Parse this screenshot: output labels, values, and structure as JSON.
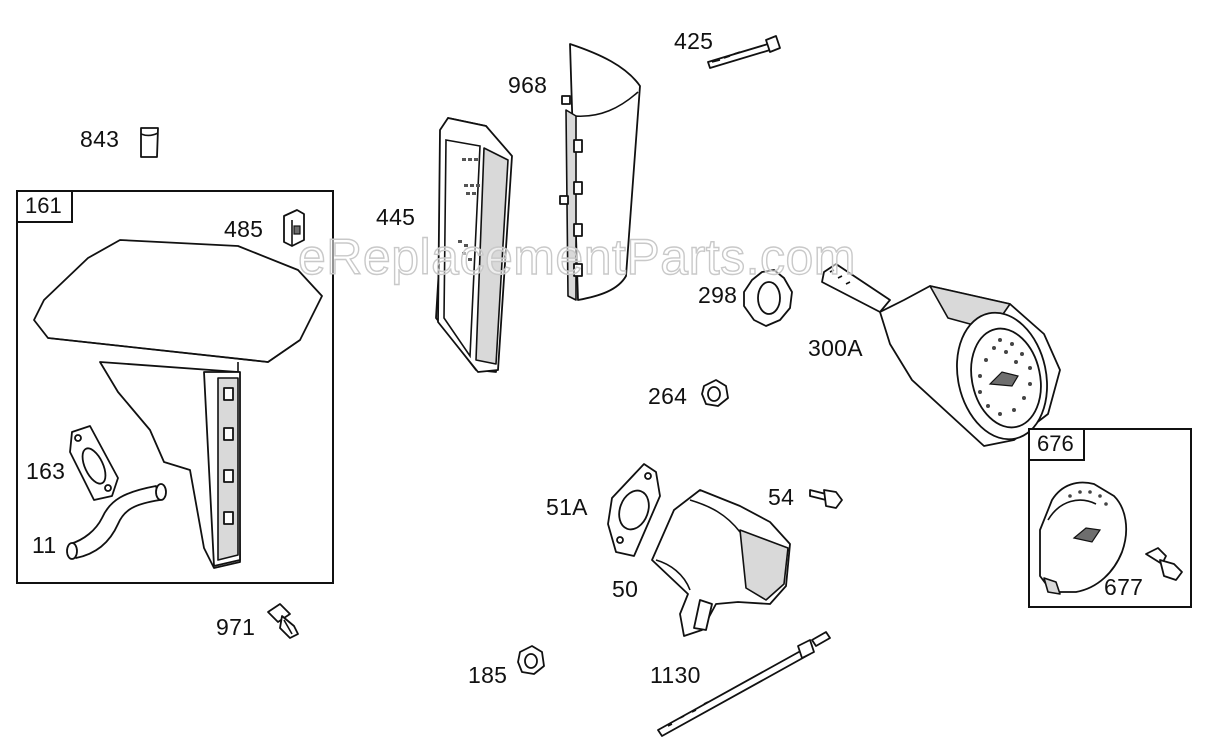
{
  "watermark": "eReplacementParts.com",
  "kits": [
    {
      "id": "kit-161",
      "tag": "161"
    },
    {
      "id": "kit-676",
      "tag": "676"
    }
  ],
  "labels": {
    "p843": "843",
    "p161": "161",
    "p485": "485",
    "p445": "445",
    "p968": "968",
    "p425": "425",
    "p298": "298",
    "p300A": "300A",
    "p264": "264",
    "p676": "676",
    "p163": "163",
    "p11": "11",
    "p51A": "51A",
    "p54": "54",
    "p50": "50",
    "p677": "677",
    "p971": "971",
    "p185": "185",
    "p1130": "1130"
  }
}
